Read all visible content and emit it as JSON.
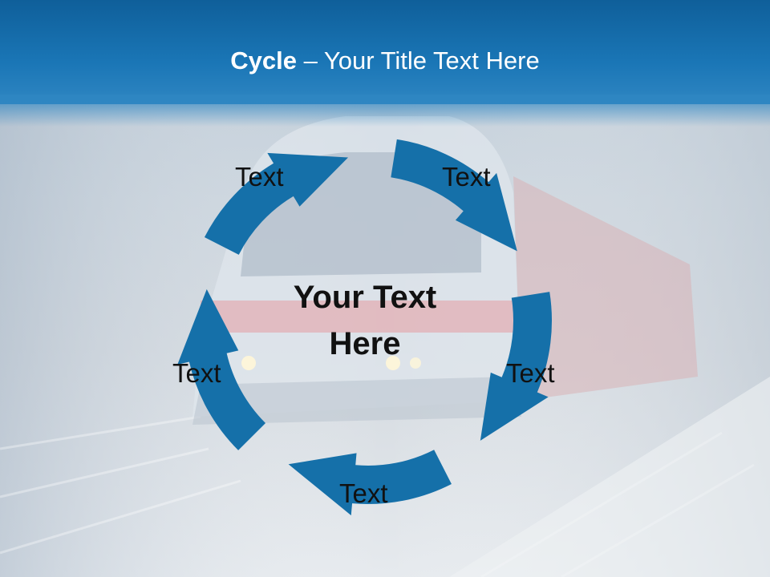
{
  "title": {
    "bold": "Cycle",
    "rest": " – Your Title Text Here"
  },
  "center_text": {
    "line1": "Your Text",
    "line2": "Here"
  },
  "nodes": [
    "Text",
    "Text",
    "Text",
    "Text",
    "Text"
  ],
  "colors": {
    "header": "#1a76b6",
    "arrow": "#1570a9",
    "text": "#111111",
    "title_text": "#ffffff"
  }
}
